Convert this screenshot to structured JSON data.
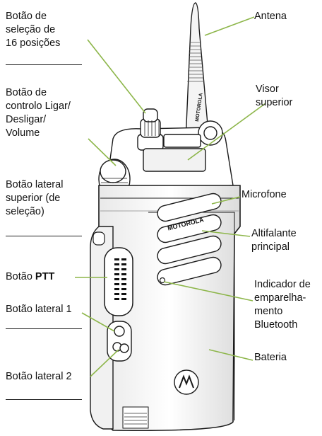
{
  "left_labels": {
    "selector": [
      "Botão de",
      "seleção de",
      "16 posições"
    ],
    "power": [
      "Botão de",
      "controlo Ligar/",
      "Desligar/",
      "Volume"
    ],
    "top_side": [
      "Botão lateral",
      "superior (de",
      "seleção)"
    ],
    "ptt_prefix": "Botão ",
    "ptt_bold": "PTT",
    "side1": "Botão lateral 1",
    "side2": "Botão lateral 2"
  },
  "right_labels": {
    "antenna": "Antena",
    "display": [
      "Visor",
      "superior"
    ],
    "microphone": "Microfone",
    "speaker": [
      "Altifalante",
      "principal"
    ],
    "bluetooth": [
      "Indicador de",
      "emparelha-",
      "mento",
      "Bluetooth"
    ],
    "battery": "Bateria"
  },
  "device": {
    "brand_text": "MOTOROLA",
    "leader_color": "#8db64a",
    "outline_color": "#1a1a1a"
  }
}
